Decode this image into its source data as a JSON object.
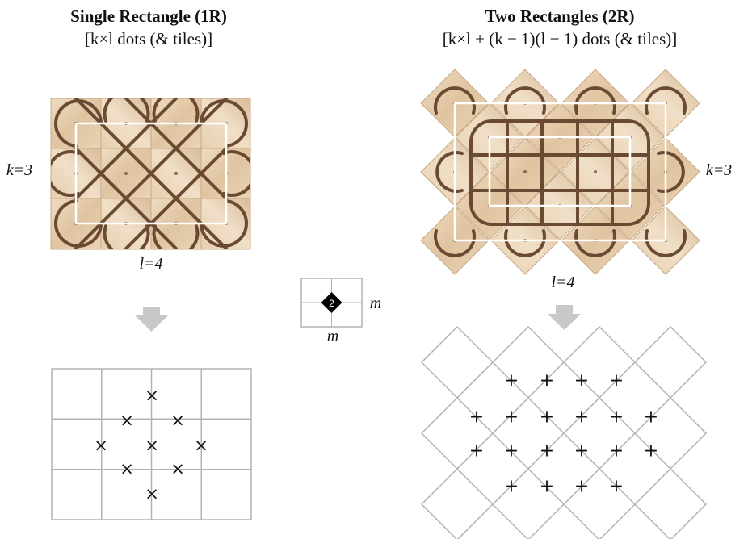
{
  "left_panel": {
    "title": "Single Rectangle (1R)",
    "subtitle": "[k×l dots (& tiles)]",
    "k_label": "k=3",
    "l_label": "l=4",
    "rows": 3,
    "cols": 4,
    "grid_marker": "×"
  },
  "right_panel": {
    "title": "Two Rectangles (2R)",
    "subtitle": "[k×l + (k − 1)(l − 1) dots (& tiles)]",
    "k_label": "k=3",
    "l_label": "l=4",
    "grid_marker": "+"
  },
  "legend": {
    "badge_value": "2",
    "right_label": "m",
    "bottom_label": "m"
  },
  "colors": {
    "wood_light": "#e8d3b8",
    "wood_mid": "#d9bf9d",
    "groove": "#6b4a33",
    "grid_line": "#b3b3b3",
    "arrow": "#c8c8c8",
    "overlay_rect": "#ffffff"
  }
}
